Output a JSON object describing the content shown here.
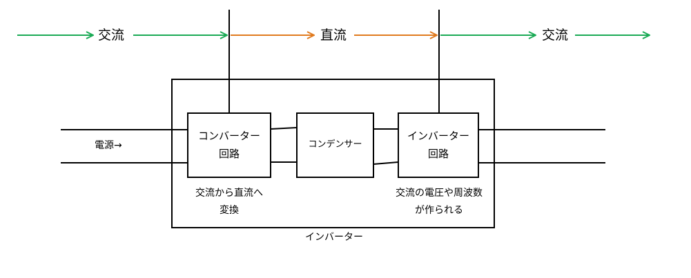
{
  "flow": {
    "ac_in": "交流",
    "dc": "直流",
    "ac_out": "交流"
  },
  "colors": {
    "ac": "#1aaa55",
    "dc": "#e07a1e",
    "line": "#000000"
  },
  "source_label": "電源→",
  "blocks": {
    "converter": {
      "line1": "コンバーター",
      "line2": "回路"
    },
    "capacitor": {
      "label": "コンデンサー"
    },
    "inverter_circuit": {
      "line1": "インバーター",
      "line2": "回路"
    }
  },
  "captions": {
    "converter": {
      "line1": "交流から直流へ",
      "line2": "変換"
    },
    "inverter": {
      "line1": "交流の電圧や周波数",
      "line2": "が作られる"
    }
  },
  "outer_label": "インバーター"
}
